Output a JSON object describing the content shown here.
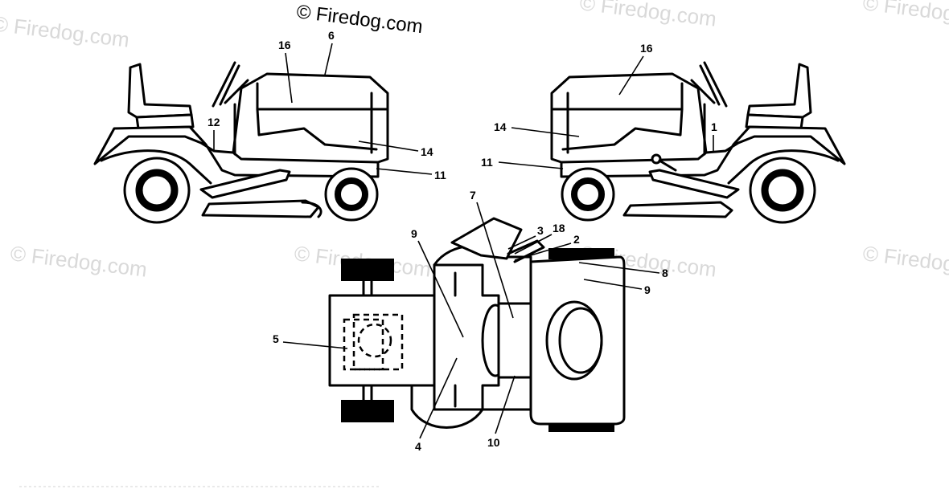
{
  "credit": "© Firedog.com",
  "watermark": "© Firedog.com",
  "callouts": {
    "left_view": {
      "decal_16": "16",
      "decal_6": "6",
      "decal_12": "12",
      "decal_14": "14",
      "decal_11": "11"
    },
    "right_view": {
      "decal_16": "16",
      "decal_14": "14",
      "decal_1": "1",
      "decal_11": "11"
    },
    "top_view": {
      "decal_7": "7",
      "decal_3": "3",
      "decal_18": "18",
      "decal_2": "2",
      "decal_9_top": "9",
      "decal_8": "8",
      "decal_9_hood": "9",
      "decal_5": "5",
      "decal_4": "4",
      "decal_10": "10"
    }
  }
}
